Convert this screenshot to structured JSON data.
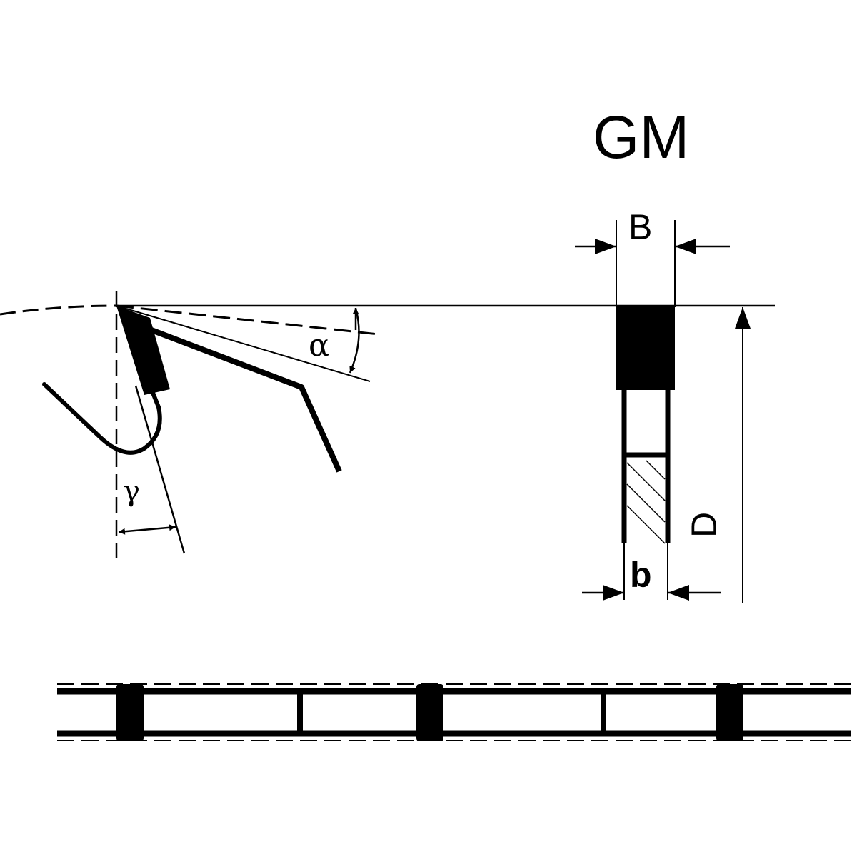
{
  "diagram": {
    "title": "GM",
    "labels": {
      "kerf_width": "B",
      "body_thickness": "b",
      "diameter": "D",
      "clearance_angle": "α",
      "hook_angle": "γ"
    },
    "colors": {
      "ink": "#000000",
      "background": "#ffffff"
    }
  }
}
